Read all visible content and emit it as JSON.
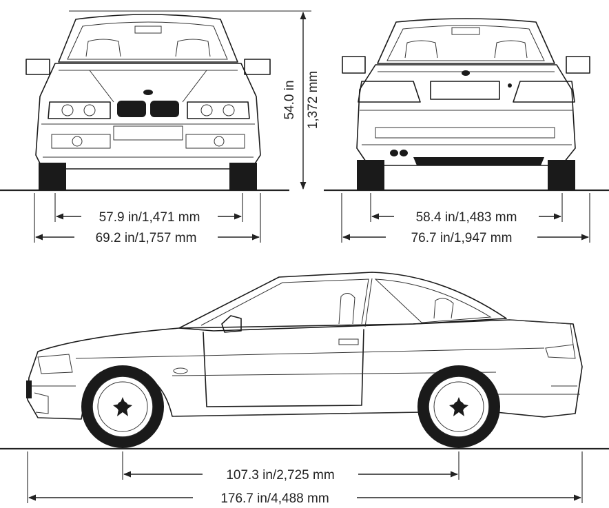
{
  "dimensions": {
    "height_in": "54.0 in",
    "height_mm": "1,372 mm",
    "front_track": "57.9 in/1,471 mm",
    "width_front": "69.2 in/1,757 mm",
    "rear_track": "58.4 in/1,483 mm",
    "width_rear": "76.7 in/1,947 mm",
    "wheelbase": "107.3 in/2,725 mm",
    "length": "176.7 in/4,488 mm"
  },
  "colors": {
    "line": "#1a1a1a",
    "background": "#ffffff"
  }
}
